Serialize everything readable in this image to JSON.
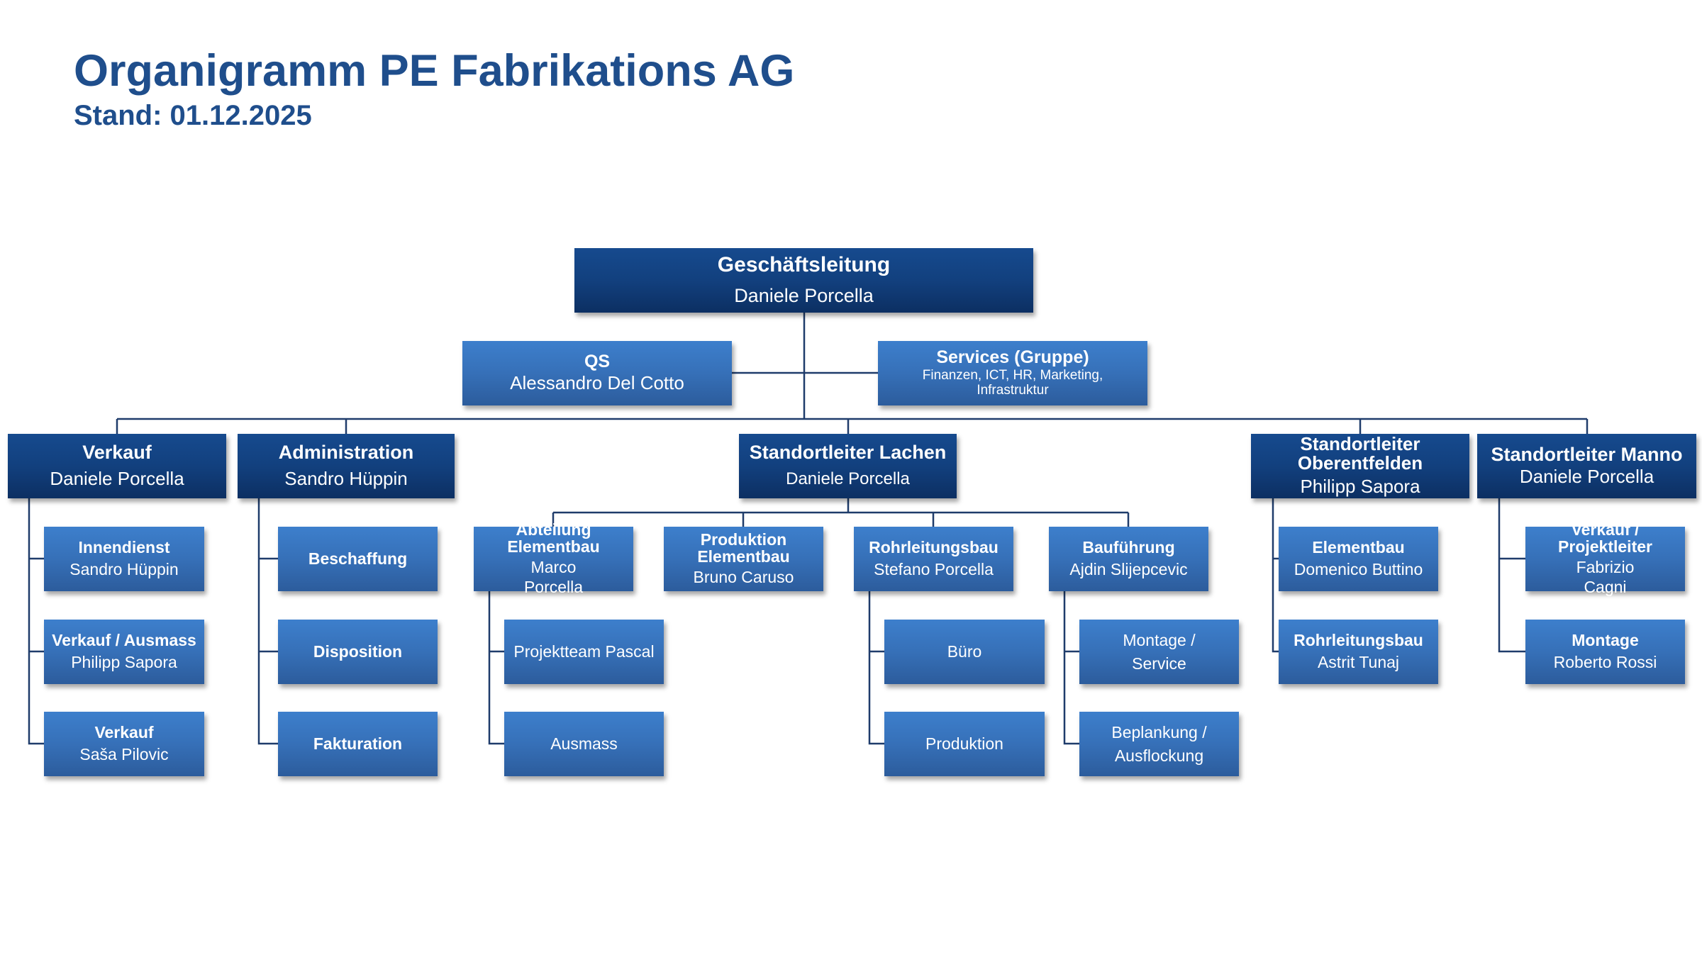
{
  "header": {
    "title": "Organigramm PE Fabrikations AG",
    "subtitle": "Stand: 01.12.2025"
  },
  "colors": {
    "title": "#1f4e8c",
    "dark_box": "#12407e",
    "light_box": "#3670b8",
    "connector": "#1f3c6b"
  },
  "org": {
    "ceo": {
      "title": "Geschäftsleitung",
      "name": "Daniele Porcella"
    },
    "staff": {
      "qs": {
        "title": "QS",
        "name": "Alessandro Del Cotto"
      },
      "services": {
        "title": "Services (Gruppe)",
        "name": "Finanzen, ICT, HR, Marketing, Infrastruktur"
      }
    },
    "divisions": {
      "verkauf": {
        "title": "Verkauf",
        "name": "Daniele Porcella",
        "children": [
          {
            "title": "Innendienst",
            "name": "Sandro Hüppin"
          },
          {
            "title": "Verkauf / Ausmass",
            "name": "Philipp Sapora"
          },
          {
            "title": "Verkauf",
            "name": "Saša Pilovic"
          }
        ]
      },
      "administration": {
        "title": "Administration",
        "name": "Sandro Hüppin",
        "children": [
          {
            "title": "Beschaffung"
          },
          {
            "title": "Disposition"
          },
          {
            "title": "Fakturation"
          }
        ]
      },
      "lachen": {
        "title": "Standortleiter Lachen",
        "name": "Daniele Porcella",
        "children": [
          {
            "title": "Abteilung Elementbau",
            "name": "Marco Porcella",
            "children": [
              {
                "label": "Projektteam Pascal"
              },
              {
                "label": "Ausmass"
              }
            ]
          },
          {
            "title": "Produktion Elementbau",
            "name": "Bruno Caruso"
          },
          {
            "title": "Rohrleitungsbau",
            "name": "Stefano Porcella",
            "children": [
              {
                "label": "Büro"
              },
              {
                "label": "Produktion"
              }
            ]
          },
          {
            "title": "Bauführung",
            "name": "Ajdin Slijepcevic",
            "children": [
              {
                "label": "Montage / Service"
              },
              {
                "label": "Beplankung / Ausflockung"
              }
            ]
          }
        ]
      },
      "oberentfelden": {
        "title": "Standortleiter Oberentfelden",
        "name": "Philipp Sapora",
        "children": [
          {
            "title": "Elementbau",
            "name": "Domenico Buttino"
          },
          {
            "title": "Rohrleitungsbau",
            "name": "Astrit Tunaj"
          }
        ]
      },
      "manno": {
        "title": "Standortleiter Manno",
        "name": "Daniele Porcella",
        "children": [
          {
            "title": "Verkauf / Projektleiter",
            "name": "Fabrizio Cagni"
          },
          {
            "title": "Montage",
            "name": "Roberto Rossi"
          }
        ]
      }
    }
  }
}
